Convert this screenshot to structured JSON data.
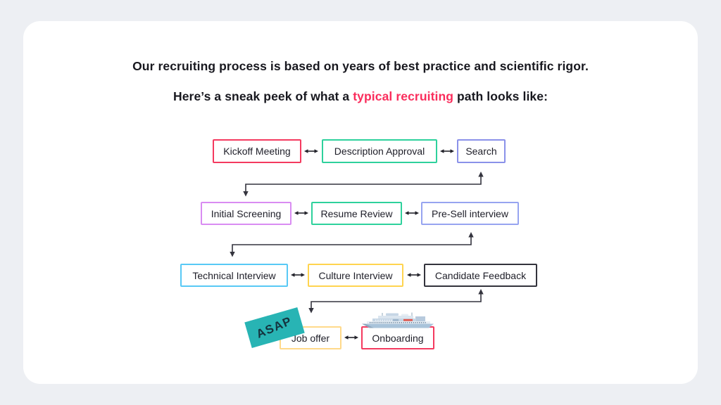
{
  "page": {
    "background_color": "#EDEFF3",
    "card_color": "#FFFFFF"
  },
  "headings": {
    "line1": "Our recruiting process is based on years of best practice and scientific rigor.",
    "line2_prefix": "Here’s a sneak peek of what a ",
    "line2_highlight": "typical recruiting",
    "line2_suffix": " path looks like:",
    "text_color": "#18181F",
    "highlight_color": "#FA2D5C"
  },
  "flowchart": {
    "connector_color": "#34343E",
    "arrow_icon": "double-headed-arrow",
    "nodes": [
      {
        "label": "Kickoff Meeting",
        "border": "#F43A5F"
      },
      {
        "label": "Description Approval",
        "border": "#2ED19C"
      },
      {
        "label": "Search",
        "border": "#8A91E9"
      },
      {
        "label": "Initial Screening",
        "border": "#D98CF2"
      },
      {
        "label": "Resume Review",
        "border": "#2ED19C"
      },
      {
        "label": "Pre-Sell interview",
        "border": "#97A4F0"
      },
      {
        "label": "Technical Interview",
        "border": "#58C9F5"
      },
      {
        "label": "Culture Interview",
        "border": "#FFD44F"
      },
      {
        "label": "Candidate Feedback",
        "border": "#33333C"
      },
      {
        "label": "Job offer",
        "border": "#FFD98A"
      },
      {
        "label": "Onboarding",
        "border": "#F43A5F"
      }
    ],
    "sticky_note": {
      "label": "ASAP",
      "color": "#28B4B4"
    },
    "ship_icon": "cruise-ship"
  }
}
